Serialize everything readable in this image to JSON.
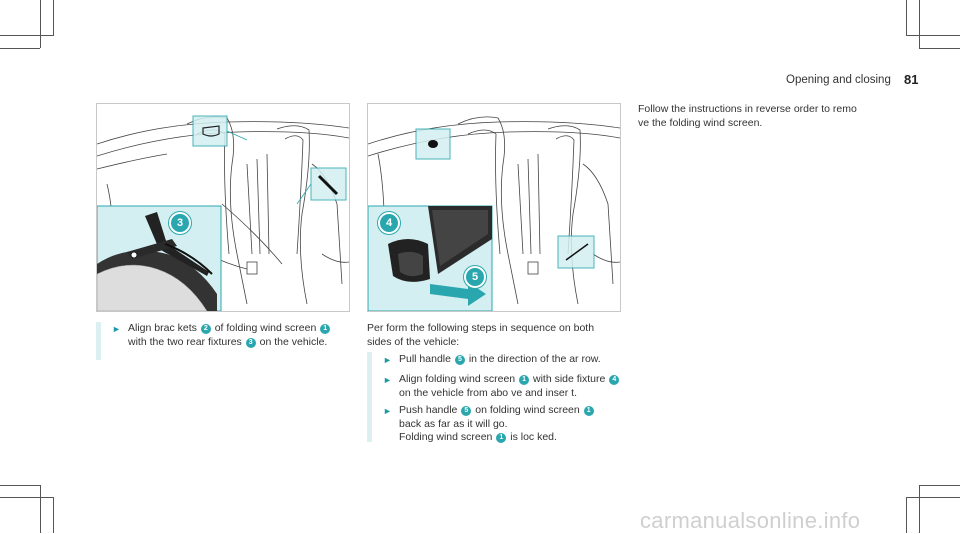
{
  "header": {
    "title": "Opening and closing",
    "page_number": "81"
  },
  "figures": [
    {
      "callouts": [
        "3"
      ]
    },
    {
      "callouts": [
        "4",
        "5"
      ]
    }
  ],
  "left_column": {
    "step1": {
      "t1": "Align brac kets",
      "n1": "2",
      "t2": "of folding wind screen",
      "n2": "1",
      "t3": "with the two rear fixtures",
      "n3": "3",
      "t4": "on the vehicle."
    }
  },
  "middle_column": {
    "intro": "Per form the following steps in sequence on both sides of the vehicle:",
    "step1": {
      "t1": "Pull handle",
      "n1": "5",
      "t2": "in the direction of the ar row."
    },
    "step2": {
      "t1": "Align folding wind screen",
      "n1": "1",
      "t2": "with side fixture",
      "n2": "4",
      "t3": "on the vehicle from abo ve and inser t."
    },
    "step3": {
      "t1": "Push handle",
      "n1": "5",
      "t2": "on folding wind screen",
      "n2": "1",
      "t3": "back as far as it will go.",
      "t4": "Folding wind screen",
      "n3": "1",
      "t5": "is loc ked."
    }
  },
  "right_column": {
    "text": "Follow the instructions in reverse order to remo ve the folding wind screen."
  },
  "footer": {
    "watermark": "carmanualsonline.info"
  },
  "colors": {
    "accent": "#2aa7ae",
    "callout_bg": "#d3eff1",
    "step_bar": "#dcf0f2"
  }
}
